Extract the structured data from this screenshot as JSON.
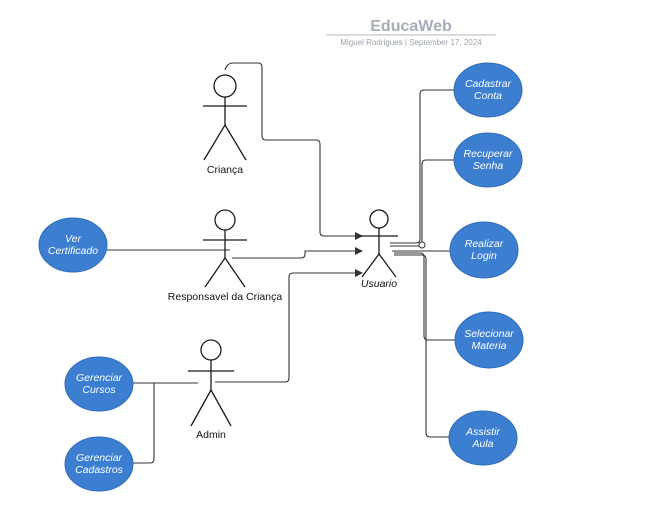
{
  "header": {
    "title": "EducaWeb",
    "subtitle": "Miguel Rodrigues  |  September 17, 2024"
  },
  "actors": {
    "crianca": "Criança",
    "responsavel": "Responsavel da Criança",
    "admin": "Admin",
    "usuario": "Usuario"
  },
  "use_cases": {
    "cadastrar_conta": [
      "Cadastrar",
      "Conta"
    ],
    "recuperar_senha": [
      "Recuperar",
      "Senha"
    ],
    "realizar_login": [
      "Realizar",
      "Login"
    ],
    "selecionar_materia": [
      "Selecionar",
      "Materia"
    ],
    "assistir_aula": [
      "Assistir",
      "Aula"
    ],
    "ver_certificado": [
      "Ver",
      "Certificado"
    ],
    "gerenciar_cursos": [
      "Gerenciar",
      "Cursos"
    ],
    "gerenciar_cadastros": [
      "Gerenciar",
      "Cadastros"
    ]
  },
  "colors": {
    "use_case_fill": "#3c7fd1",
    "line": "#333333"
  }
}
